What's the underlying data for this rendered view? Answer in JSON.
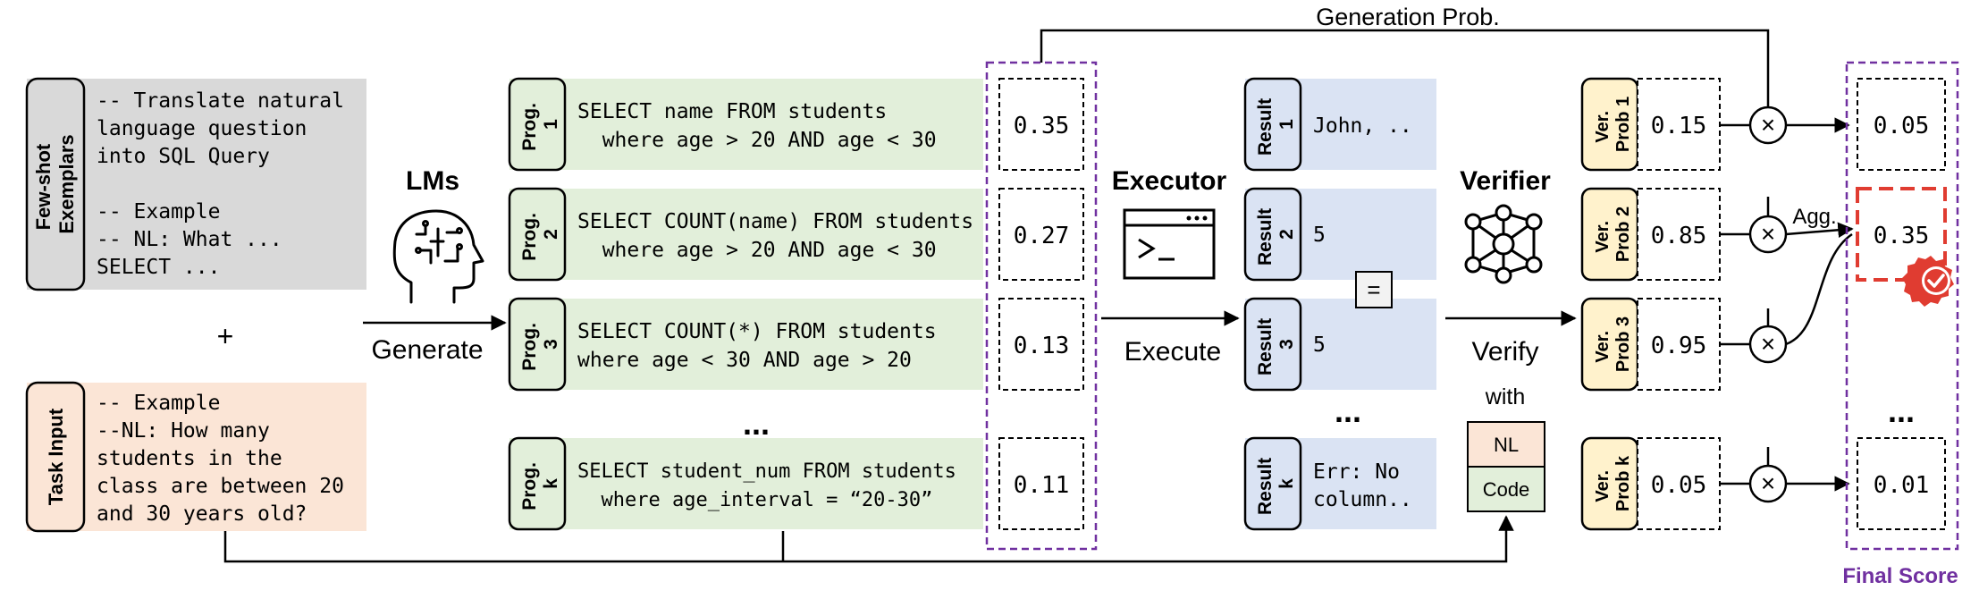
{
  "few_shot": {
    "label_line1": "Few-shot",
    "label_line2": "Exemplars",
    "lines": [
      "-- Translate natural",
      "language question",
      "into SQL Query",
      "",
      "-- Example",
      "-- NL: What ...",
      "SELECT ..."
    ]
  },
  "plus": "+",
  "task_input": {
    "label": "Task Input",
    "lines": [
      "-- Example",
      "--NL: How many",
      "students in the",
      "class are between 20",
      "and 30 years old?"
    ]
  },
  "lms": {
    "title": "LMs",
    "action": "Generate"
  },
  "programs": [
    {
      "tag_line1": "Prog.",
      "tag_line2": "1",
      "code": [
        "SELECT name FROM students",
        "  where age > 20 AND age < 30"
      ],
      "prob": "0.35"
    },
    {
      "tag_line1": "Prog.",
      "tag_line2": "2",
      "code": [
        "SELECT COUNT(name) FROM students",
        "  where age > 20 AND age < 30"
      ],
      "prob": "0.27"
    },
    {
      "tag_line1": "Prog.",
      "tag_line2": "3",
      "code": [
        "SELECT COUNT(*) FROM students",
        "where age < 30 AND age > 20"
      ],
      "prob": "0.13"
    },
    {
      "tag_line1": "Prog.",
      "tag_line2": "k",
      "code": [
        "SELECT student_num FROM students",
        "  where age_interval = “20-30”"
      ],
      "prob": "0.11"
    }
  ],
  "ellipsis": "...",
  "generation_prob": "Generation Prob.",
  "executor": {
    "title": "Executor",
    "action": "Execute",
    "icon": "terminal-icon"
  },
  "results": [
    {
      "tag_line1": "Result",
      "tag_line2": "1",
      "lines": [
        "John, .."
      ]
    },
    {
      "tag_line1": "Result",
      "tag_line2": "2",
      "lines": [
        "5"
      ]
    },
    {
      "tag_line1": "Result",
      "tag_line2": "3",
      "lines": [
        "5"
      ]
    },
    {
      "tag_line1": "Result",
      "tag_line2": "k",
      "lines": [
        "Err: No",
        "column.."
      ]
    }
  ],
  "equals": "=",
  "verifier": {
    "title": "Verifier",
    "action": "Verify",
    "with": "with",
    "nl": "NL",
    "code": "Code",
    "icon": "neural-network-icon"
  },
  "ver_probs": [
    {
      "tag_line1": "Ver.",
      "tag_line2": "Prob 1",
      "value": "0.15"
    },
    {
      "tag_line1": "Ver.",
      "tag_line2": "Prob 2",
      "value": "0.85"
    },
    {
      "tag_line1": "Ver.",
      "tag_line2": "Prob 3",
      "value": "0.95"
    },
    {
      "tag_line1": "Ver.",
      "tag_line2": "Prob k",
      "value": "0.05"
    }
  ],
  "multiply_symbol": "×",
  "agg": "Agg.",
  "final_scores": [
    "0.05",
    "0.35",
    "0.01"
  ],
  "final_score_label": "Final Score",
  "colors": {
    "few_shot_bg": "#d9d9d9",
    "task_bg": "#fbe5d6",
    "prog_bg": "#e2efda",
    "result_bg": "#dae3f3",
    "ver_bg": "#fff2cc",
    "purple": "#7030a0",
    "red": "#e03c31"
  }
}
